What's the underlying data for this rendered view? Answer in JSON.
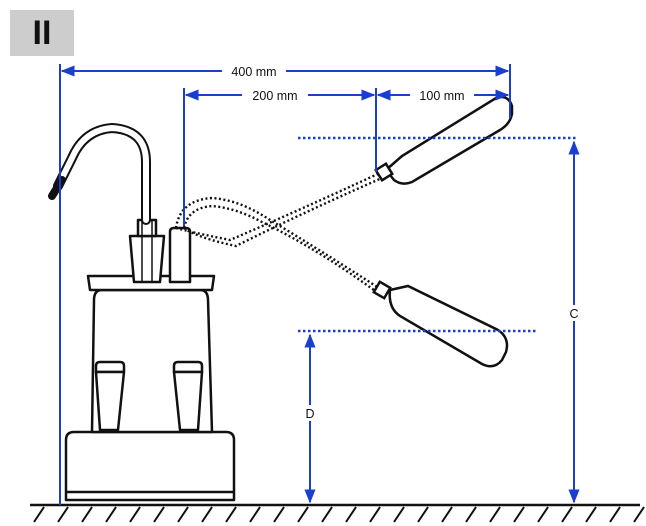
{
  "badge": {
    "label": "II"
  },
  "dimensions": {
    "total_width": "400 mm",
    "float_offset": "200 mm",
    "float_length": "100 mm",
    "height_on": "C",
    "height_off": "D"
  },
  "colors": {
    "dimension_line": "#1a3fd0",
    "outline": "#111111",
    "badge_bg": "#cdcdcd"
  }
}
